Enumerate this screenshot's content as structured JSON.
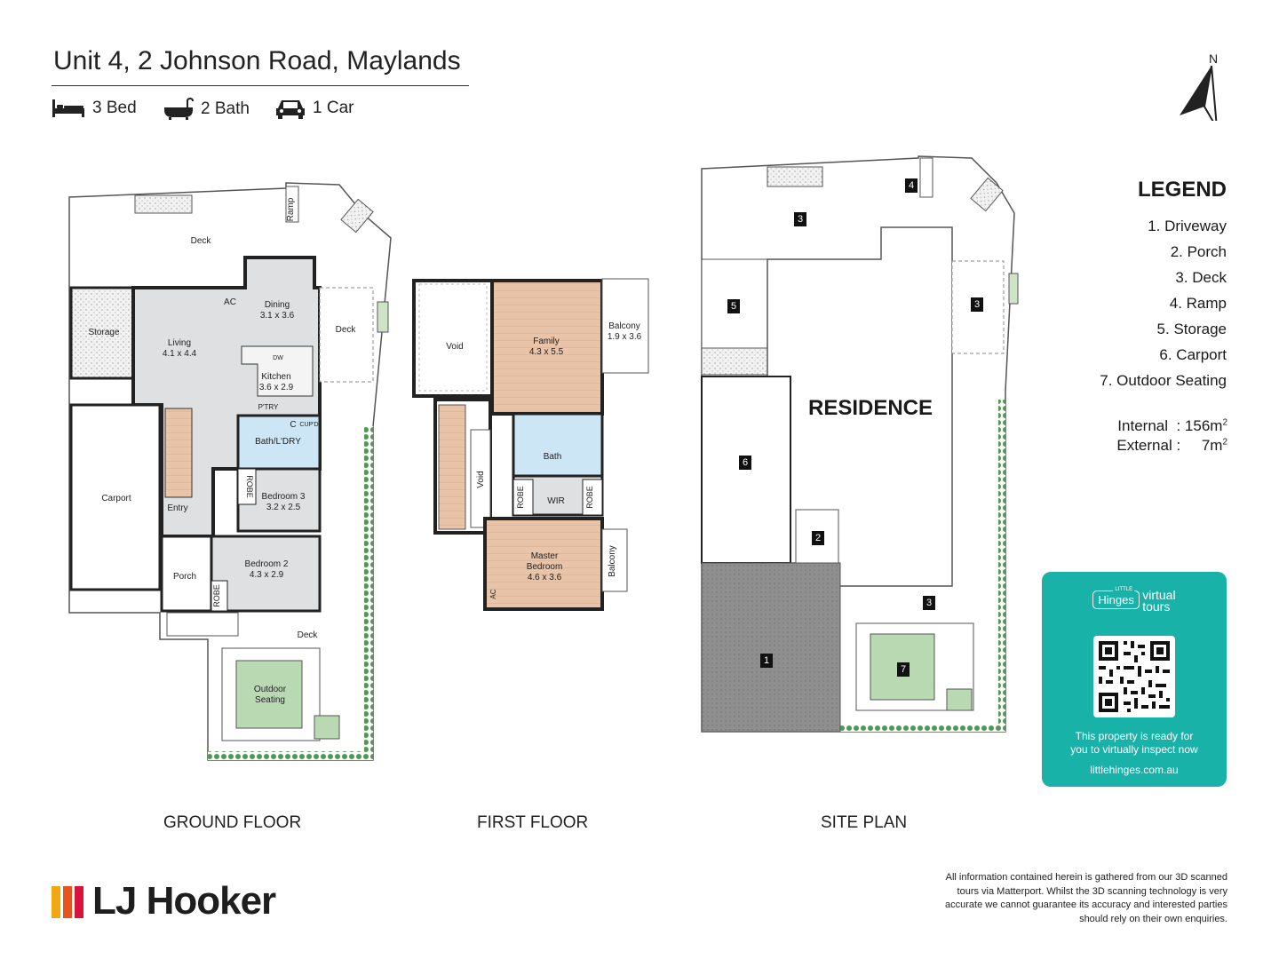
{
  "header": {
    "title": "Unit 4, 2 Johnson Road, Maylands",
    "bed": "3 Bed",
    "bath": "2 Bath",
    "car": "1 Car"
  },
  "north_label": "N",
  "ground_floor": {
    "label": "GROUND FLOOR",
    "rooms": {
      "deck_top": "Deck",
      "ramp": "Ramp",
      "storage": "Storage",
      "ac": "AC",
      "dining": "Dining",
      "dining_dim": "3.1 x 3.6",
      "living": "Living",
      "living_dim": "4.1 x 4.4",
      "deck_side": "Deck",
      "dw": "DW",
      "kitchen": "Kitchen",
      "kitchen_dim": "3.6 x 2.9",
      "ptry": "P'TRY",
      "c": "C",
      "cupd": "CUP'D",
      "bath_ldry": "Bath/L'DRY",
      "robe1": "ROBE",
      "bedroom3": "Bedroom 3",
      "bedroom3_dim": "3.2 x 2.5",
      "carport": "Carport",
      "entry": "Entry",
      "porch": "Porch",
      "bedroom2": "Bedroom 2",
      "bedroom2_dim": "4.3 x 2.9",
      "robe2": "ROBE",
      "deck_bottom": "Deck",
      "outdoor": "Outdoor",
      "seating": "Seating"
    }
  },
  "first_floor": {
    "label": "FIRST FLOOR",
    "rooms": {
      "void1": "Void",
      "family": "Family",
      "family_dim": "4.3 x 5.5",
      "balcony1": "Balcony",
      "balcony1_dim": "1.9 x 3.6",
      "void2": "Void",
      "bath": "Bath",
      "robe1": "ROBE",
      "wir": "WIR",
      "robe2": "ROBE",
      "master": "Master",
      "bedroom": "Bedroom",
      "master_dim": "4.6 x 3.6",
      "balcony2": "Balcony",
      "ac": "AC"
    }
  },
  "site_plan": {
    "label": "SITE PLAN",
    "residence": "RESIDENCE",
    "markers": [
      "4",
      "3",
      "5",
      "3",
      "6",
      "2",
      "3",
      "1",
      "7"
    ]
  },
  "legend": {
    "title": "LEGEND",
    "items": [
      "1. Driveway",
      "2. Porch",
      "3. Deck",
      "4. Ramp",
      "5. Storage",
      "6. Carport",
      "7. Outdoor Seating"
    ],
    "internal_label": "Internal",
    "internal_value": "156m",
    "external_label": "External",
    "external_value": "7m",
    "sup": "2"
  },
  "promo": {
    "brand_small": "LITTLE",
    "brand": "Hinges",
    "virtual": "virtual",
    "tours": "tours",
    "line1": "This property is ready for",
    "line2": "you to virtually inspect now",
    "url": "littlehinges.com.au",
    "bg_color": "#19b2a8"
  },
  "footer": {
    "brand": "LJ Hooker",
    "disclaimer": "All information contained herein is gathered from our 3D scanned tours via Matterport. Whilst the 3D scanning technology is very accurate we cannot guarantee its accuracy and interested parties should rely on their own enquiries.",
    "brand_colors": [
      "#f3a712",
      "#e8541e",
      "#d9133d"
    ]
  },
  "colors": {
    "wall": "#222222",
    "timber": "#e9c4a8",
    "tile": "#dfe0e2",
    "wet": "#cde6f5",
    "grass": "#b9d9b2",
    "hedge": "#4f9a53",
    "driveway": "#8c8c8c",
    "deck": "#ffffff"
  }
}
